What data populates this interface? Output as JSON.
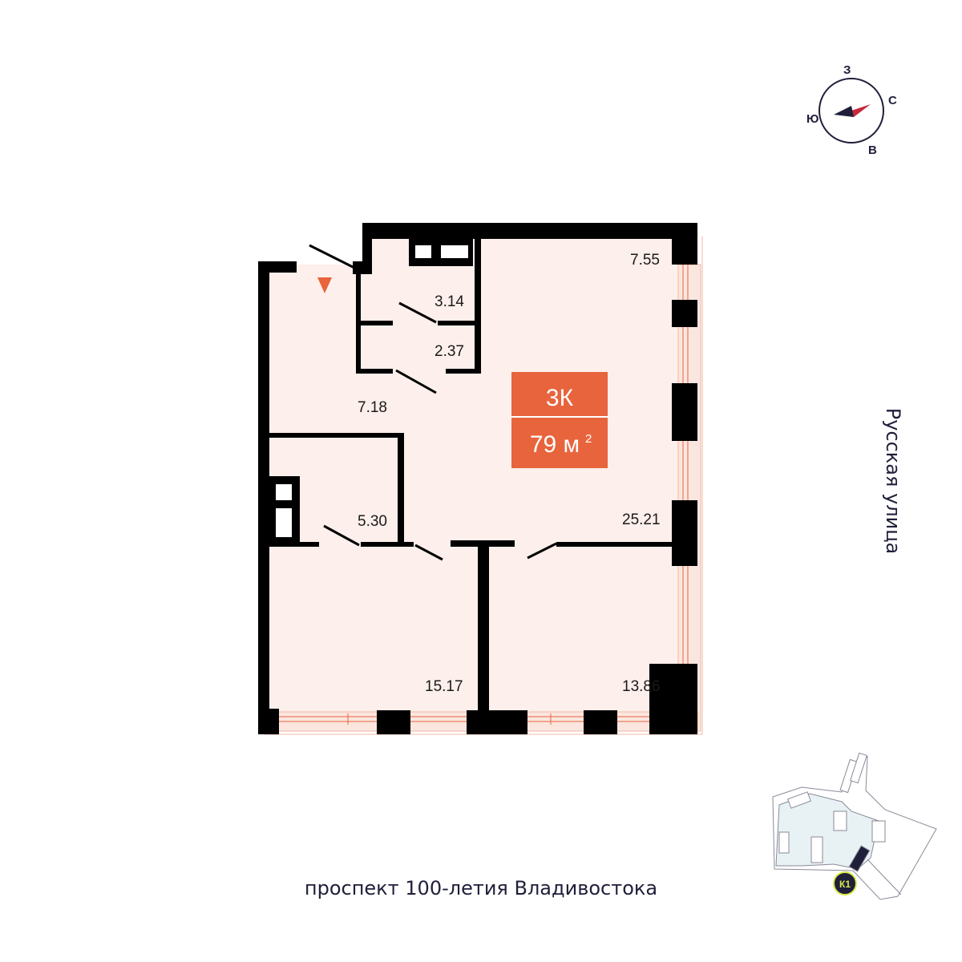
{
  "apartment": {
    "type_label": "3К",
    "area_value": "79 м",
    "area_unit_sup": "2",
    "badge_color": "#e8643c",
    "floor_color": "#fdefeb",
    "wall_color": "#000000",
    "accent_color": "#e8643c"
  },
  "rooms": [
    {
      "id": "wardrobe",
      "area": "3.14"
    },
    {
      "id": "bathroom",
      "area": "2.37"
    },
    {
      "id": "hallway",
      "area": "7.18"
    },
    {
      "id": "kitchen",
      "area": "7.55"
    },
    {
      "id": "utility",
      "area": "5.30"
    },
    {
      "id": "living",
      "area": "25.21"
    },
    {
      "id": "bedroom-left",
      "area": "15.17"
    },
    {
      "id": "bedroom-right",
      "area": "13.86"
    }
  ],
  "compass": {
    "north": "З",
    "east": "С",
    "south": "В",
    "west": "Ю",
    "needle_color": "#c8283c",
    "needle_dark": "#1f1f3a"
  },
  "streets": {
    "bottom": "проспект 100-летия Владивостока",
    "right": "Русская улица"
  },
  "site_map": {
    "building_label": "К1",
    "badge_color": "#d8e84a"
  }
}
